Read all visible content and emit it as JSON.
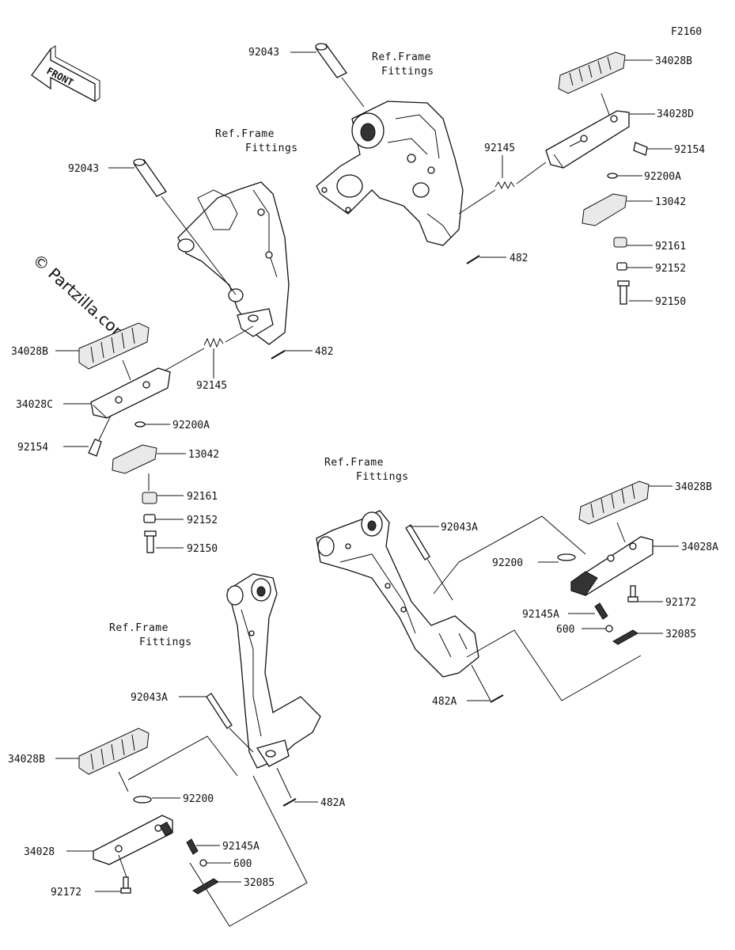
{
  "diagram_code": "F2160",
  "watermark": "© Partzilla.com",
  "front_arrow_label": "FRONT",
  "ref_frame": {
    "line1": "Ref.Frame",
    "line2": "Fittings"
  },
  "labels": {
    "p92043_top": "92043",
    "p92043_left": "92043",
    "p34028B_tr": "34028B",
    "p34028D": "34028D",
    "p92154_r": "92154",
    "p92145_tc": "92145",
    "p92200A_r": "92200A",
    "p13042_r": "13042",
    "p92161_r": "92161",
    "p92152_r": "92152",
    "p92150_r": "92150",
    "p482_tc": "482",
    "p482_ml": "482",
    "p92145_ml": "92145",
    "p34028B_ml": "34028B",
    "p34028C": "34028C",
    "p92200A_l": "92200A",
    "p92154_l": "92154",
    "p13042_l": "13042",
    "p92161_l": "92161",
    "p92152_l": "92152",
    "p92150_l": "92150",
    "p92043A_mr": "92043A",
    "p34028B_mr": "34028B",
    "p34028A": "34028A",
    "p92200_mr": "92200",
    "p92172_mr": "92172",
    "p92145A_mr": "92145A",
    "p600_mr": "600",
    "p32085_mr": "32085",
    "p482A_mr": "482A",
    "p92043A_bl": "92043A",
    "p34028B_bl": "34028B",
    "p92200_bl": "92200",
    "p482A_bl": "482A",
    "p34028": "34028",
    "p92145A_bl": "92145A",
    "p600_bl": "600",
    "p32085_bl": "32085",
    "p92172_bl": "92172"
  }
}
